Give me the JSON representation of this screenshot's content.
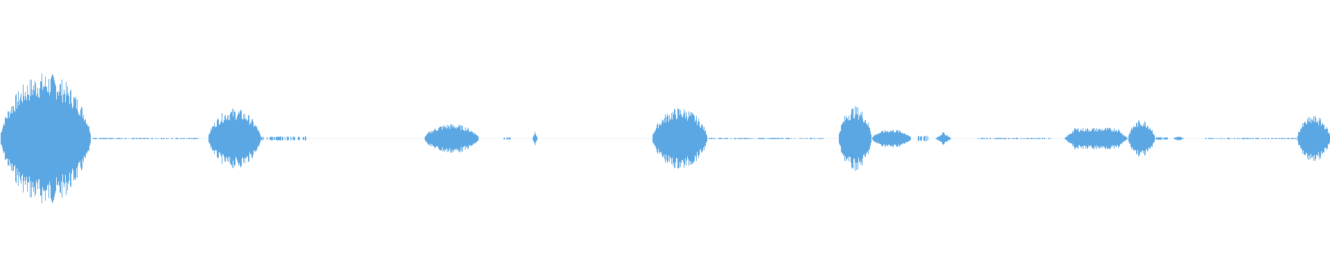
{
  "waveform": {
    "color": "#5ba7e3",
    "background": "#ffffff",
    "segments": [
      {
        "start": 0.0,
        "end": 0.068,
        "peak": 0.98,
        "shape": "burst"
      },
      {
        "start": 0.068,
        "end": 0.15,
        "peak": 0.01,
        "shape": "flat"
      },
      {
        "start": 0.156,
        "end": 0.196,
        "peak": 0.45,
        "shape": "burst"
      },
      {
        "start": 0.196,
        "end": 0.23,
        "peak": 0.03,
        "shape": "flat"
      },
      {
        "start": 0.319,
        "end": 0.36,
        "peak": 0.22,
        "shape": "burst"
      },
      {
        "start": 0.378,
        "end": 0.384,
        "peak": 0.02,
        "shape": "flat"
      },
      {
        "start": 0.4,
        "end": 0.404,
        "peak": 0.1,
        "shape": "spike"
      },
      {
        "start": 0.49,
        "end": 0.532,
        "peak": 0.46,
        "shape": "burst"
      },
      {
        "start": 0.532,
        "end": 0.62,
        "peak": 0.01,
        "shape": "flat"
      },
      {
        "start": 0.63,
        "end": 0.655,
        "peak": 0.48,
        "shape": "burst"
      },
      {
        "start": 0.655,
        "end": 0.685,
        "peak": 0.14,
        "shape": "burst"
      },
      {
        "start": 0.69,
        "end": 0.698,
        "peak": 0.04,
        "shape": "flat"
      },
      {
        "start": 0.703,
        "end": 0.715,
        "peak": 0.1,
        "shape": "spike"
      },
      {
        "start": 0.735,
        "end": 0.79,
        "peak": 0.01,
        "shape": "flat"
      },
      {
        "start": 0.8,
        "end": 0.848,
        "peak": 0.16,
        "shape": "plateau"
      },
      {
        "start": 0.848,
        "end": 0.868,
        "peak": 0.28,
        "shape": "burst"
      },
      {
        "start": 0.868,
        "end": 0.878,
        "peak": 0.02,
        "shape": "flat"
      },
      {
        "start": 0.882,
        "end": 0.89,
        "peak": 0.04,
        "shape": "spike"
      },
      {
        "start": 0.905,
        "end": 0.975,
        "peak": 0.01,
        "shape": "flat"
      },
      {
        "start": 0.975,
        "end": 1.0,
        "peak": 0.34,
        "shape": "burst"
      }
    ]
  }
}
